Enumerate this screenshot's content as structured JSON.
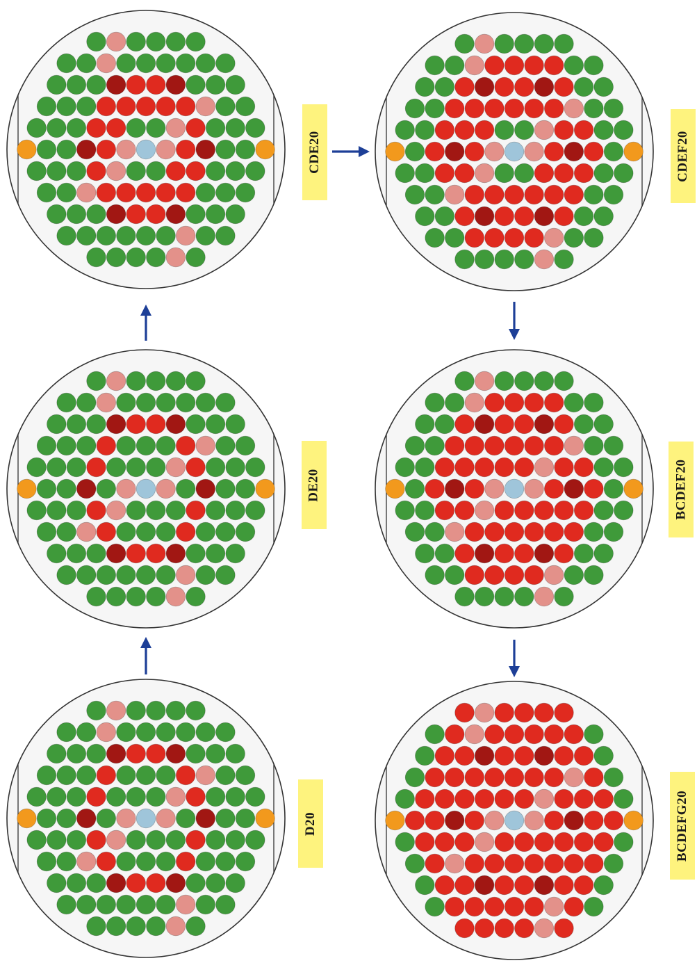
{
  "colors": {
    "green": "#3f9a3a",
    "red": "#e02a1f",
    "darkred": "#a11713",
    "pink": "#e3918a",
    "orange": "#f2991d",
    "blue": "#9fc5da",
    "arrow": "#1d3f97"
  },
  "cores": [
    {
      "label": "D20",
      "pattern": "D20"
    },
    {
      "label": "DE20",
      "pattern": "DE20"
    },
    {
      "label": "CDE20",
      "pattern": "CDE20"
    },
    {
      "label": "CDEF20",
      "pattern": "CDEF20"
    },
    {
      "label": "BCDEF20",
      "pattern": "BCDEF20"
    },
    {
      "label": "BCDEFG20",
      "pattern": "BCDEFG20"
    }
  ],
  "arrows": [
    {
      "from": "D20",
      "to": "DE20",
      "direction": "up"
    },
    {
      "from": "DE20",
      "to": "CDE20",
      "direction": "up"
    },
    {
      "from": "CDE20",
      "to": "CDEF20",
      "direction": "right"
    },
    {
      "from": "CDEF20",
      "to": "BCDEF20",
      "direction": "down"
    },
    {
      "from": "BCDEF20",
      "to": "BCDEFG20",
      "direction": "down"
    }
  ]
}
